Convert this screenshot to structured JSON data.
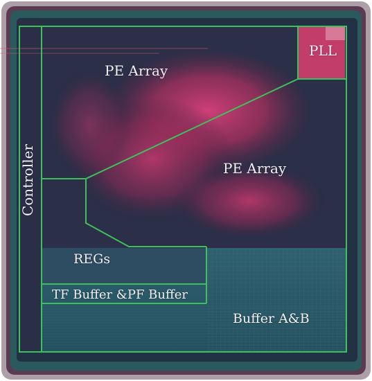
{
  "image": {
    "kind": "chip-micrograph",
    "regions": {
      "pe_array_top": "PE Array",
      "pe_array_right": "PE Array",
      "pll": "PLL",
      "controller": "Controller",
      "regs": "REGs",
      "tf_pf_buffer": "TF Buffer &PF Buffer",
      "buffer_ab": "Buffer A&B"
    },
    "colors": {
      "outline": "#3cc25a",
      "label_text": "#f2f0f4",
      "die_dark": "#1d2e3e",
      "pe_magenta": "#c4316a",
      "buffer_teal": "#2b5a68",
      "pll_magenta": "#c23d6a",
      "frame_edge": "#cdb8ad"
    }
  }
}
